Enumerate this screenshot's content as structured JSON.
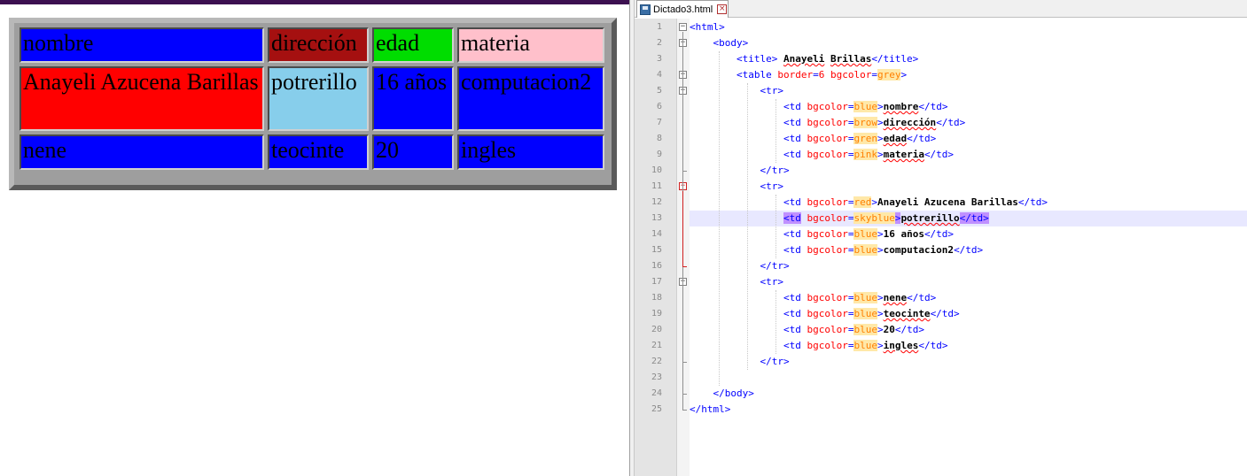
{
  "browser": {
    "table": {
      "rows": [
        [
          {
            "text": "nombre",
            "bg": "#0000ff"
          },
          {
            "text": "dirección",
            "bg": "#a51010"
          },
          {
            "text": "edad",
            "bg": "#00dd00"
          },
          {
            "text": "materia",
            "bg": "#ffc0cb"
          }
        ],
        [
          {
            "text": "Anayeli Azucena Barillas",
            "bg": "#ff0000"
          },
          {
            "text": "potrerillo",
            "bg": "#87ceeb"
          },
          {
            "text": "16 años",
            "bg": "#0000ff"
          },
          {
            "text": "computacion2",
            "bg": "#0000ff"
          }
        ],
        [
          {
            "text": "nene",
            "bg": "#0000ff"
          },
          {
            "text": "teocinte",
            "bg": "#0000ff"
          },
          {
            "text": "20",
            "bg": "#0000ff"
          },
          {
            "text": "ingles",
            "bg": "#0000ff"
          }
        ]
      ],
      "border_color": "#9e9e9e"
    }
  },
  "editor": {
    "tab_label": "Dictado3.html",
    "tab_close_glyph": "×",
    "fold_minus": "−",
    "current_line": 13,
    "lines": [
      {
        "n": "1",
        "parts": [
          [
            "tag",
            "<html>"
          ]
        ]
      },
      {
        "n": "2",
        "parts": [
          [
            "pad",
            "    "
          ],
          [
            "tag",
            "<body>"
          ]
        ]
      },
      {
        "n": "3",
        "parts": [
          [
            "pad",
            "        "
          ],
          [
            "tag",
            "<title>"
          ],
          [
            "txt",
            " "
          ],
          [
            "txtsq",
            "Anayeli"
          ],
          [
            "txt",
            " "
          ],
          [
            "txtsq",
            "Brillas"
          ],
          [
            "tag",
            "</title>"
          ]
        ]
      },
      {
        "n": "4",
        "parts": [
          [
            "pad",
            "        "
          ],
          [
            "tag",
            "<table "
          ],
          [
            "attr",
            "border"
          ],
          [
            "tag",
            "="
          ],
          [
            "attr",
            "6"
          ],
          [
            "tag",
            " "
          ],
          [
            "attr",
            "bgcolor"
          ],
          [
            "tag",
            "="
          ],
          [
            "valhl",
            "grey"
          ],
          [
            "tag",
            ">"
          ]
        ]
      },
      {
        "n": "5",
        "parts": [
          [
            "pad",
            "            "
          ],
          [
            "tag",
            "<tr>"
          ]
        ]
      },
      {
        "n": "6",
        "parts": [
          [
            "pad",
            "                "
          ],
          [
            "tag",
            "<td "
          ],
          [
            "attr",
            "bgcolor"
          ],
          [
            "tag",
            "="
          ],
          [
            "valhl",
            "blue"
          ],
          [
            "tag",
            ">"
          ],
          [
            "txtsq",
            "nombre"
          ],
          [
            "tag",
            "</td>"
          ]
        ]
      },
      {
        "n": "7",
        "parts": [
          [
            "pad",
            "                "
          ],
          [
            "tag",
            "<td "
          ],
          [
            "attr",
            "bgcolor"
          ],
          [
            "tag",
            "="
          ],
          [
            "valhl",
            "brow"
          ],
          [
            "tag",
            ">"
          ],
          [
            "txtsq",
            "dirección"
          ],
          [
            "tag",
            "</td>"
          ]
        ]
      },
      {
        "n": "8",
        "parts": [
          [
            "pad",
            "                "
          ],
          [
            "tag",
            "<td "
          ],
          [
            "attr",
            "bgcolor"
          ],
          [
            "tag",
            "="
          ],
          [
            "valhl",
            "gren"
          ],
          [
            "tag",
            ">"
          ],
          [
            "txtsq",
            "edad"
          ],
          [
            "tag",
            "</td>"
          ]
        ]
      },
      {
        "n": "9",
        "parts": [
          [
            "pad",
            "                "
          ],
          [
            "tag",
            "<td "
          ],
          [
            "attr",
            "bgcolor"
          ],
          [
            "tag",
            "="
          ],
          [
            "valhl",
            "pink"
          ],
          [
            "tag",
            ">"
          ],
          [
            "txtsq",
            "materia"
          ],
          [
            "tag",
            "</td>"
          ]
        ]
      },
      {
        "n": "10",
        "parts": [
          [
            "pad",
            "            "
          ],
          [
            "tag",
            "</tr>"
          ]
        ]
      },
      {
        "n": "11",
        "parts": [
          [
            "pad",
            "            "
          ],
          [
            "tag",
            "<tr>"
          ]
        ]
      },
      {
        "n": "12",
        "parts": [
          [
            "pad",
            "                "
          ],
          [
            "tag",
            "<td "
          ],
          [
            "attr",
            "bgcolor"
          ],
          [
            "tag",
            "="
          ],
          [
            "valhl",
            "red"
          ],
          [
            "tag",
            ">"
          ],
          [
            "txt",
            "Anayeli Azucena Barillas"
          ],
          [
            "tag",
            "</td>"
          ]
        ]
      },
      {
        "n": "13",
        "parts": [
          [
            "pad",
            "                "
          ],
          [
            "tagsel",
            "<td"
          ],
          [
            "tag",
            " "
          ],
          [
            "attr",
            "bgcolor"
          ],
          [
            "tag",
            "="
          ],
          [
            "valhl",
            "skyblue"
          ],
          [
            "tagsel",
            ">"
          ],
          [
            "txtsq",
            "potrerillo"
          ],
          [
            "tagsel",
            "</td>"
          ]
        ]
      },
      {
        "n": "14",
        "parts": [
          [
            "pad",
            "                "
          ],
          [
            "tag",
            "<td "
          ],
          [
            "attr",
            "bgcolor"
          ],
          [
            "tag",
            "="
          ],
          [
            "valhl",
            "blue"
          ],
          [
            "tag",
            ">"
          ],
          [
            "txt",
            "16 años"
          ],
          [
            "tag",
            "</td>"
          ]
        ]
      },
      {
        "n": "15",
        "parts": [
          [
            "pad",
            "                "
          ],
          [
            "tag",
            "<td "
          ],
          [
            "attr",
            "bgcolor"
          ],
          [
            "tag",
            "="
          ],
          [
            "valhl",
            "blue"
          ],
          [
            "tag",
            ">"
          ],
          [
            "txt",
            "computacion2"
          ],
          [
            "tag",
            "</td>"
          ]
        ]
      },
      {
        "n": "16",
        "parts": [
          [
            "pad",
            "            "
          ],
          [
            "tag",
            "</tr>"
          ]
        ]
      },
      {
        "n": "17",
        "parts": [
          [
            "pad",
            "            "
          ],
          [
            "tag",
            "<tr>"
          ]
        ]
      },
      {
        "n": "18",
        "parts": [
          [
            "pad",
            "                "
          ],
          [
            "tag",
            "<td "
          ],
          [
            "attr",
            "bgcolor"
          ],
          [
            "tag",
            "="
          ],
          [
            "valhl",
            "blue"
          ],
          [
            "tag",
            ">"
          ],
          [
            "txtsq",
            "nene"
          ],
          [
            "tag",
            "</td>"
          ]
        ]
      },
      {
        "n": "19",
        "parts": [
          [
            "pad",
            "                "
          ],
          [
            "tag",
            "<td "
          ],
          [
            "attr",
            "bgcolor"
          ],
          [
            "tag",
            "="
          ],
          [
            "valhl",
            "blue"
          ],
          [
            "tag",
            ">"
          ],
          [
            "txtsq",
            "teocinte"
          ],
          [
            "tag",
            "</td>"
          ]
        ]
      },
      {
        "n": "20",
        "parts": [
          [
            "pad",
            "                "
          ],
          [
            "tag",
            "<td "
          ],
          [
            "attr",
            "bgcolor"
          ],
          [
            "tag",
            "="
          ],
          [
            "valhl",
            "blue"
          ],
          [
            "tag",
            ">"
          ],
          [
            "txt",
            "20"
          ],
          [
            "tag",
            "</td>"
          ]
        ]
      },
      {
        "n": "21",
        "parts": [
          [
            "pad",
            "                "
          ],
          [
            "tag",
            "<td "
          ],
          [
            "attr",
            "bgcolor"
          ],
          [
            "tag",
            "="
          ],
          [
            "valhl",
            "blue"
          ],
          [
            "tag",
            ">"
          ],
          [
            "txtsq",
            "ingles"
          ],
          [
            "tag",
            "</td>"
          ]
        ]
      },
      {
        "n": "22",
        "parts": [
          [
            "pad",
            "            "
          ],
          [
            "tag",
            "</tr>"
          ]
        ]
      },
      {
        "n": "23",
        "parts": []
      },
      {
        "n": "24",
        "parts": [
          [
            "pad",
            "    "
          ],
          [
            "tag",
            "</body>"
          ]
        ]
      },
      {
        "n": "25",
        "parts": [
          [
            "tag",
            "</html>"
          ]
        ]
      }
    ]
  }
}
